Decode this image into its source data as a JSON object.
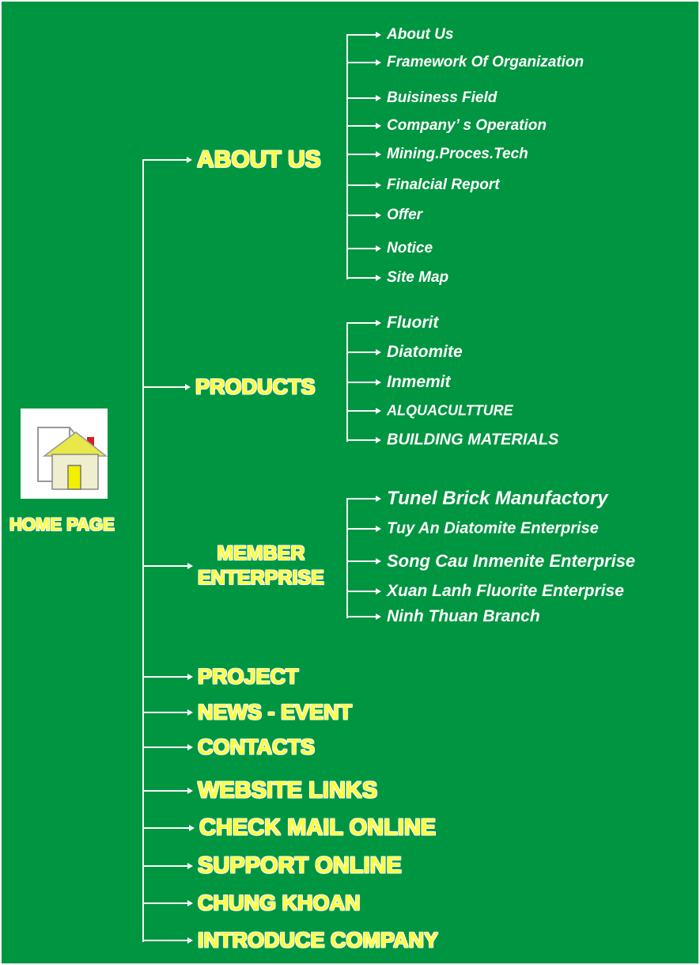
{
  "home": {
    "label": "HOME PAGE",
    "icon": "home-page-icon"
  },
  "sections": [
    {
      "label": "ABOUT US",
      "children": [
        "About Us",
        "Framework Of  Organization",
        "Buisiness Field",
        "Company’ s Operation",
        "Mining.Proces.Tech",
        "Finalcial Report",
        "Offer",
        "Notice",
        "Site Map"
      ]
    },
    {
      "label": "PRODUCTS",
      "children": [
        "Fluorit",
        "Diatomite",
        "Inmemit",
        "ALQUACULTTURE",
        "BUILDING MATERIALS"
      ]
    },
    {
      "label": "MEMBER ENTERPRISE",
      "label_line1": "MEMBER",
      "label_line2": "ENTERPRISE",
      "children": [
        "Tunel Brick Manufactory",
        "Tuy An Diatomite Enterprise",
        "Song Cau Inmenite Enterprise",
        "Xuan Lanh Fluorite Enterprise",
        "Ninh Thuan Branch"
      ]
    },
    {
      "label": "PROJECT",
      "children": []
    },
    {
      "label": "NEWS - EVENT",
      "children": []
    },
    {
      "label": "CONTACTS",
      "children": []
    },
    {
      "label": "WEBSITE LINKS",
      "children": []
    },
    {
      "label": "CHECK MAIL ONLINE",
      "children": []
    },
    {
      "label": "SUPPORT ONLINE",
      "children": []
    },
    {
      "label": "CHUNG KHOAN",
      "children": []
    },
    {
      "label": "INTRODUCE COMPANY",
      "children": []
    }
  ],
  "colors": {
    "background": "#009540",
    "main_text": "#ffff33",
    "sub_text": "#ffffff"
  }
}
